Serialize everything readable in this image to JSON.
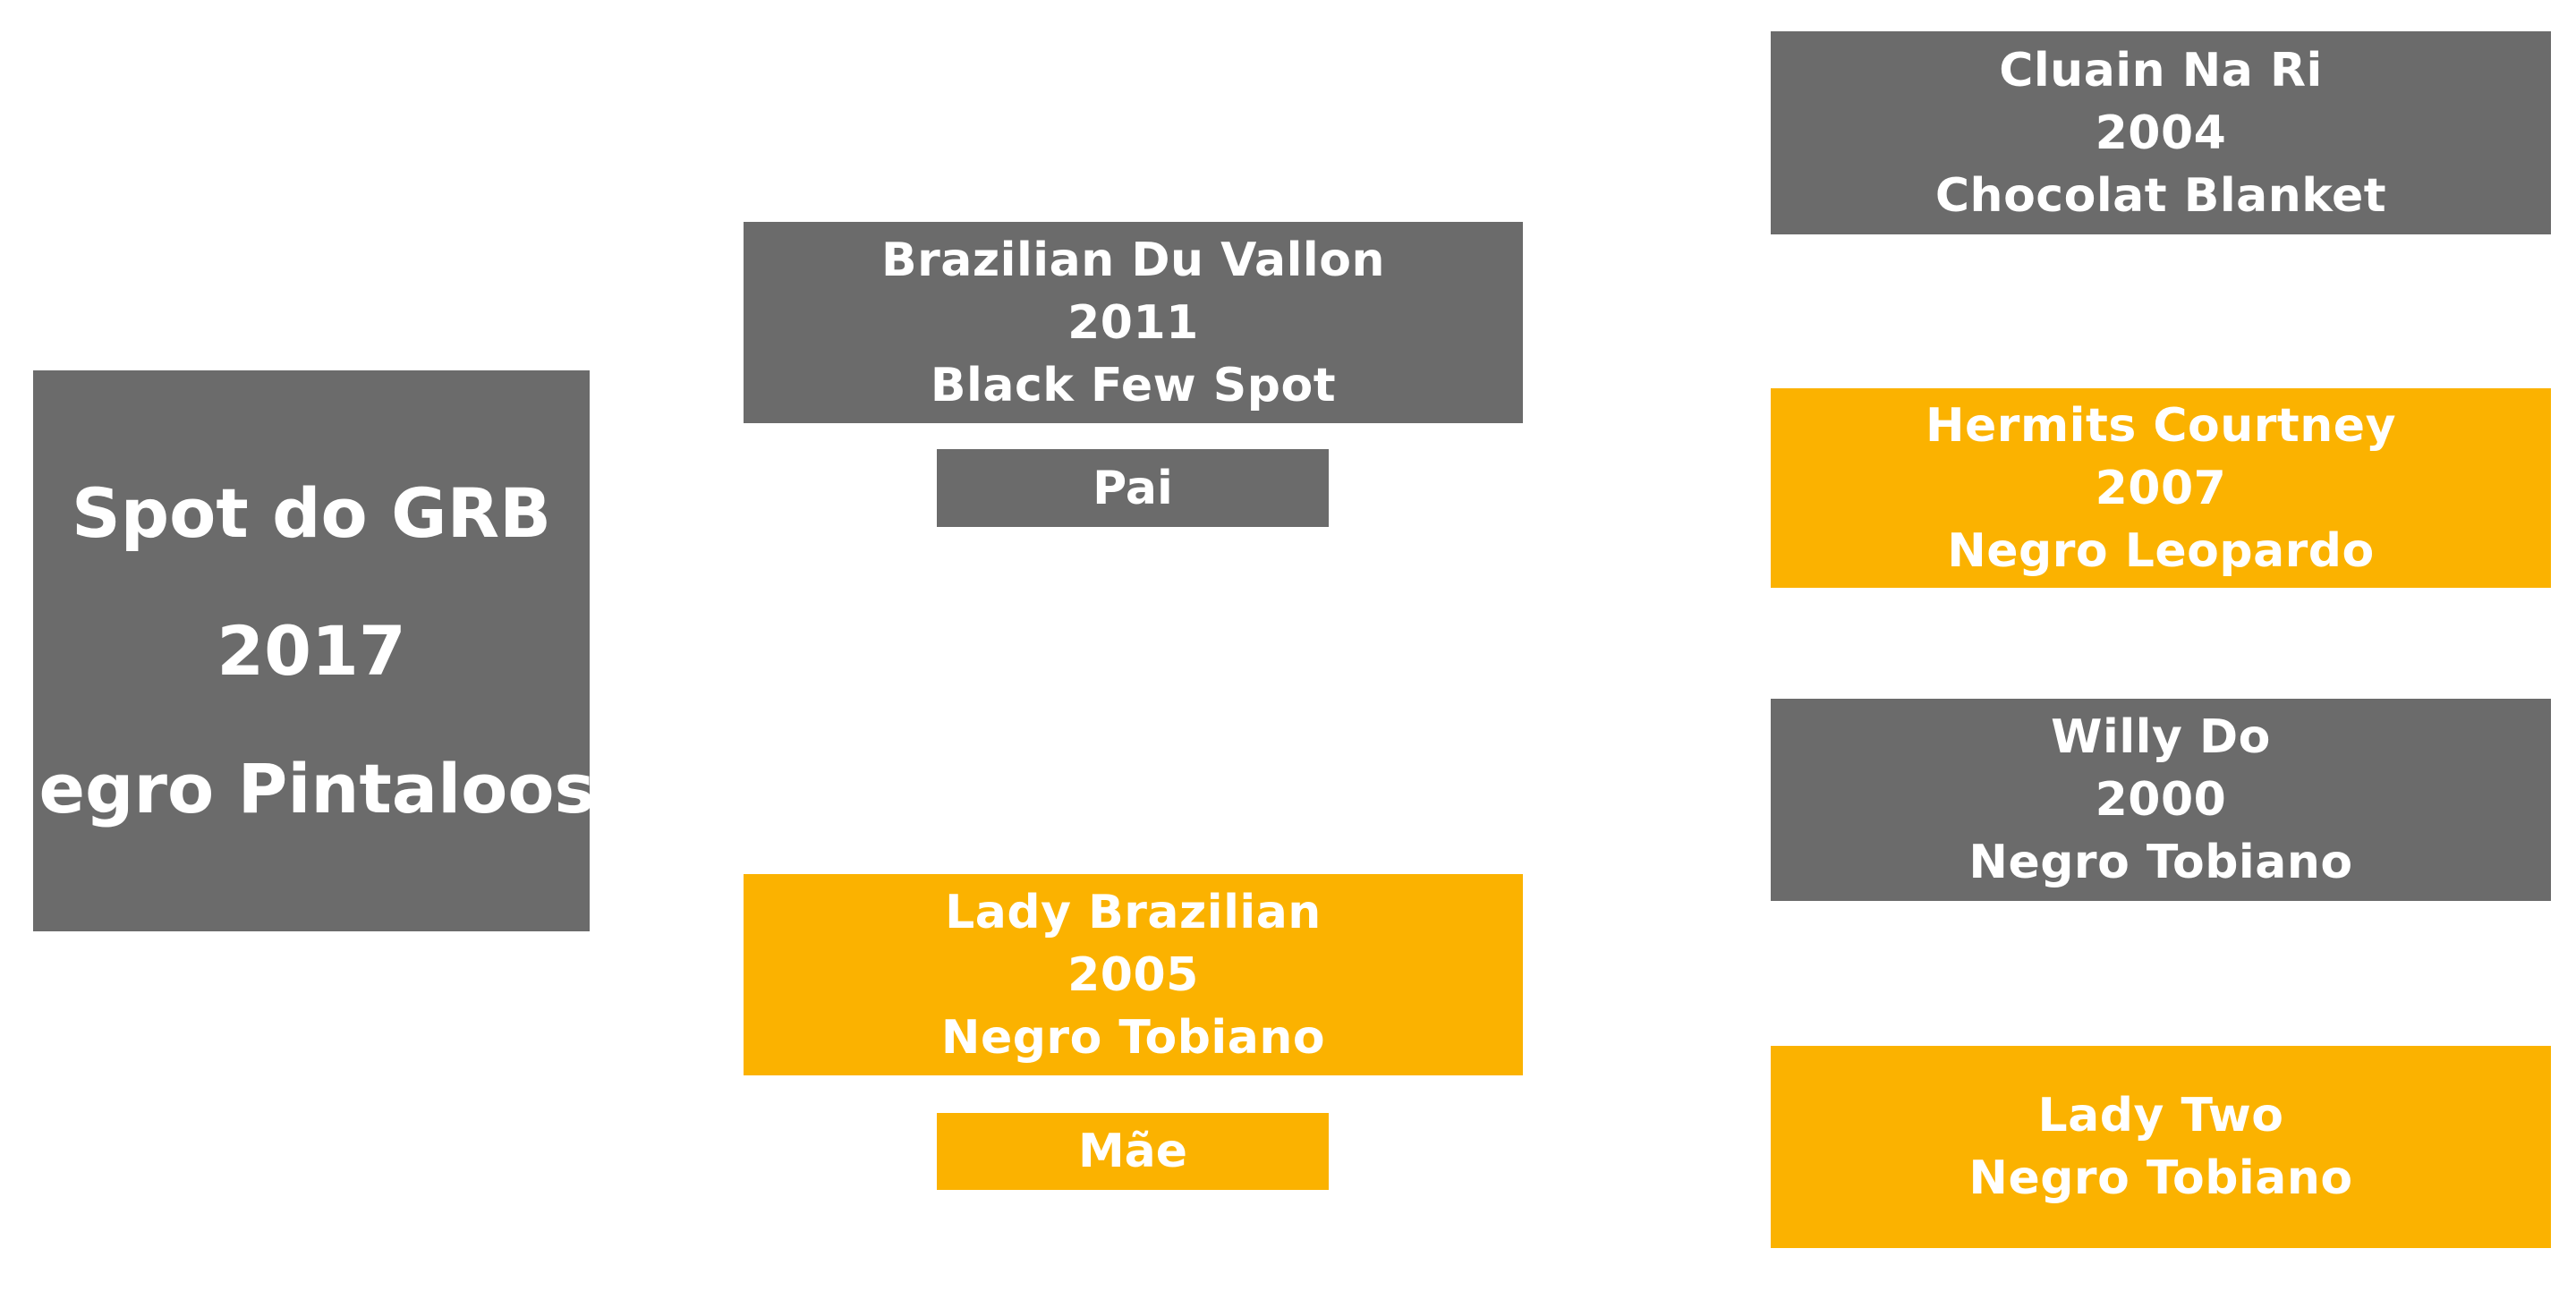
{
  "subject": {
    "name": "Spot do GRB",
    "year": "2017",
    "color": "Negro Pintaloosa"
  },
  "sire": {
    "name": "Brazilian Du Vallon",
    "year": "2011",
    "color": "Black Few Spot",
    "label": "Pai"
  },
  "dam": {
    "name": "Lady Brazilian",
    "year": "2005",
    "color": "Negro Tobiano",
    "label": "Mãe"
  },
  "grandparents": [
    {
      "name": "Cluain Na Ri",
      "year": "2004",
      "color": "Chocolat Blanket"
    },
    {
      "name": "Hermits Courtney",
      "year": "2007",
      "color": "Negro Leopardo"
    },
    {
      "name": "Willy Do",
      "year": "2000",
      "color": "Negro Tobiano"
    },
    {
      "name": "Lady Two",
      "color": "Negro Tobiano"
    }
  ],
  "colors": {
    "male": "#6b6b6b",
    "female": "#fbb200",
    "text": "#ffffff"
  }
}
